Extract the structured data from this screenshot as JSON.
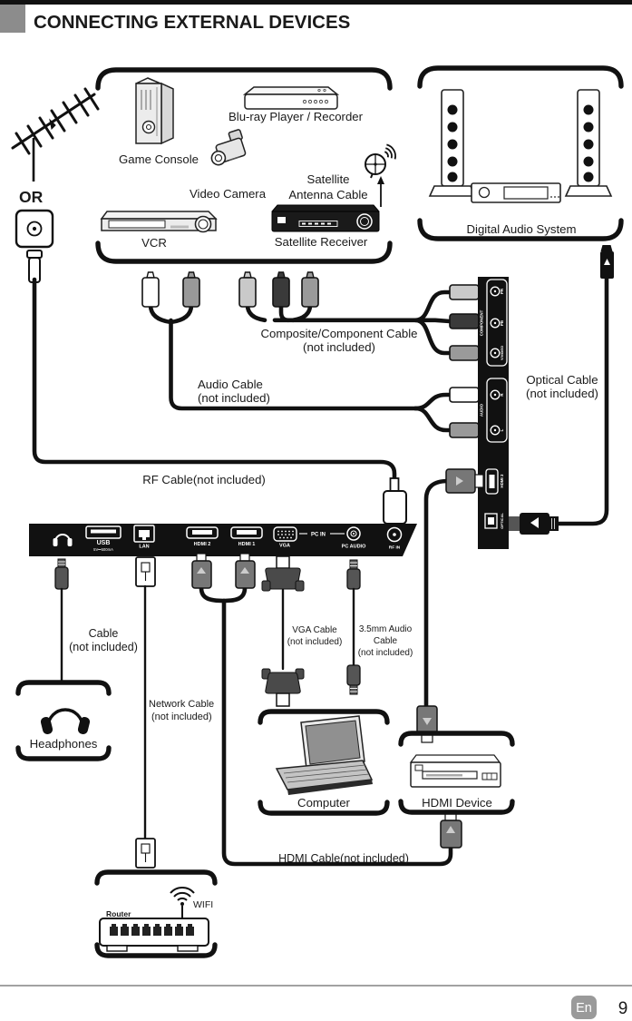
{
  "page": {
    "title": "CONNECTING EXTERNAL DEVICES",
    "footer_lang": "En",
    "footer_page": "9"
  },
  "antenna": {
    "or_label": "OR"
  },
  "sources": {
    "game_console": "Game Console",
    "bluray_player": "Blu-ray Player / Recorder",
    "video_camera": "Video Camera",
    "satellite_antenna_line1": "Satellite",
    "satellite_antenna_line2": "Antenna Cable",
    "vcr": "VCR",
    "satellite_receiver": "Satellite Receiver"
  },
  "audio_system": {
    "label": "Digital Audio System"
  },
  "cables": {
    "composite_line1": "Composite/Component Cable",
    "composite_line2": "(not included)",
    "audio_line1": "Audio Cable",
    "audio_line2": "(not included)",
    "optical_line1": "Optical Cable",
    "optical_line2": "(not included)",
    "rf_label": "RF Cable(not included)",
    "headphone_line1": "Cable",
    "headphone_line2": "(not included)",
    "network_line1": "Network Cable",
    "network_line2": "(not included)",
    "vga_line1": "VGA Cable",
    "vga_line2": "(not included)",
    "audio35_line1": "3.5mm Audio",
    "audio35_line2": "Cable",
    "audio35_line3": "(not included)",
    "hdmi_label": "HDMI Cable(not included)"
  },
  "panel_bottom": {
    "usb": "USB",
    "usb_power": "5V⎓500mA",
    "lan": "LAN",
    "hdmi2": "HDMI 2",
    "hdmi1": "HDMI 1",
    "vga": "VGA",
    "pc_in": "PC IN",
    "pc_audio": "PC AUDIO",
    "rf_in": "RF IN"
  },
  "panel_side": {
    "component": "COMPONENT",
    "pr": "PR",
    "pb": "PB",
    "y_video": "Y/VIDEO",
    "audio": "AUDIO",
    "r": "R",
    "l": "L",
    "hdmi3": "HDMI 3",
    "optical": "OPTICAL"
  },
  "endpoints": {
    "headphones": "Headphones",
    "computer": "Computer",
    "hdmi_device": "HDMI Device",
    "wifi": "WIFI",
    "router": "Router"
  },
  "colors": {
    "panel": "#111111",
    "header_block": "#8c8c8c",
    "badge": "#9a9a9a"
  }
}
